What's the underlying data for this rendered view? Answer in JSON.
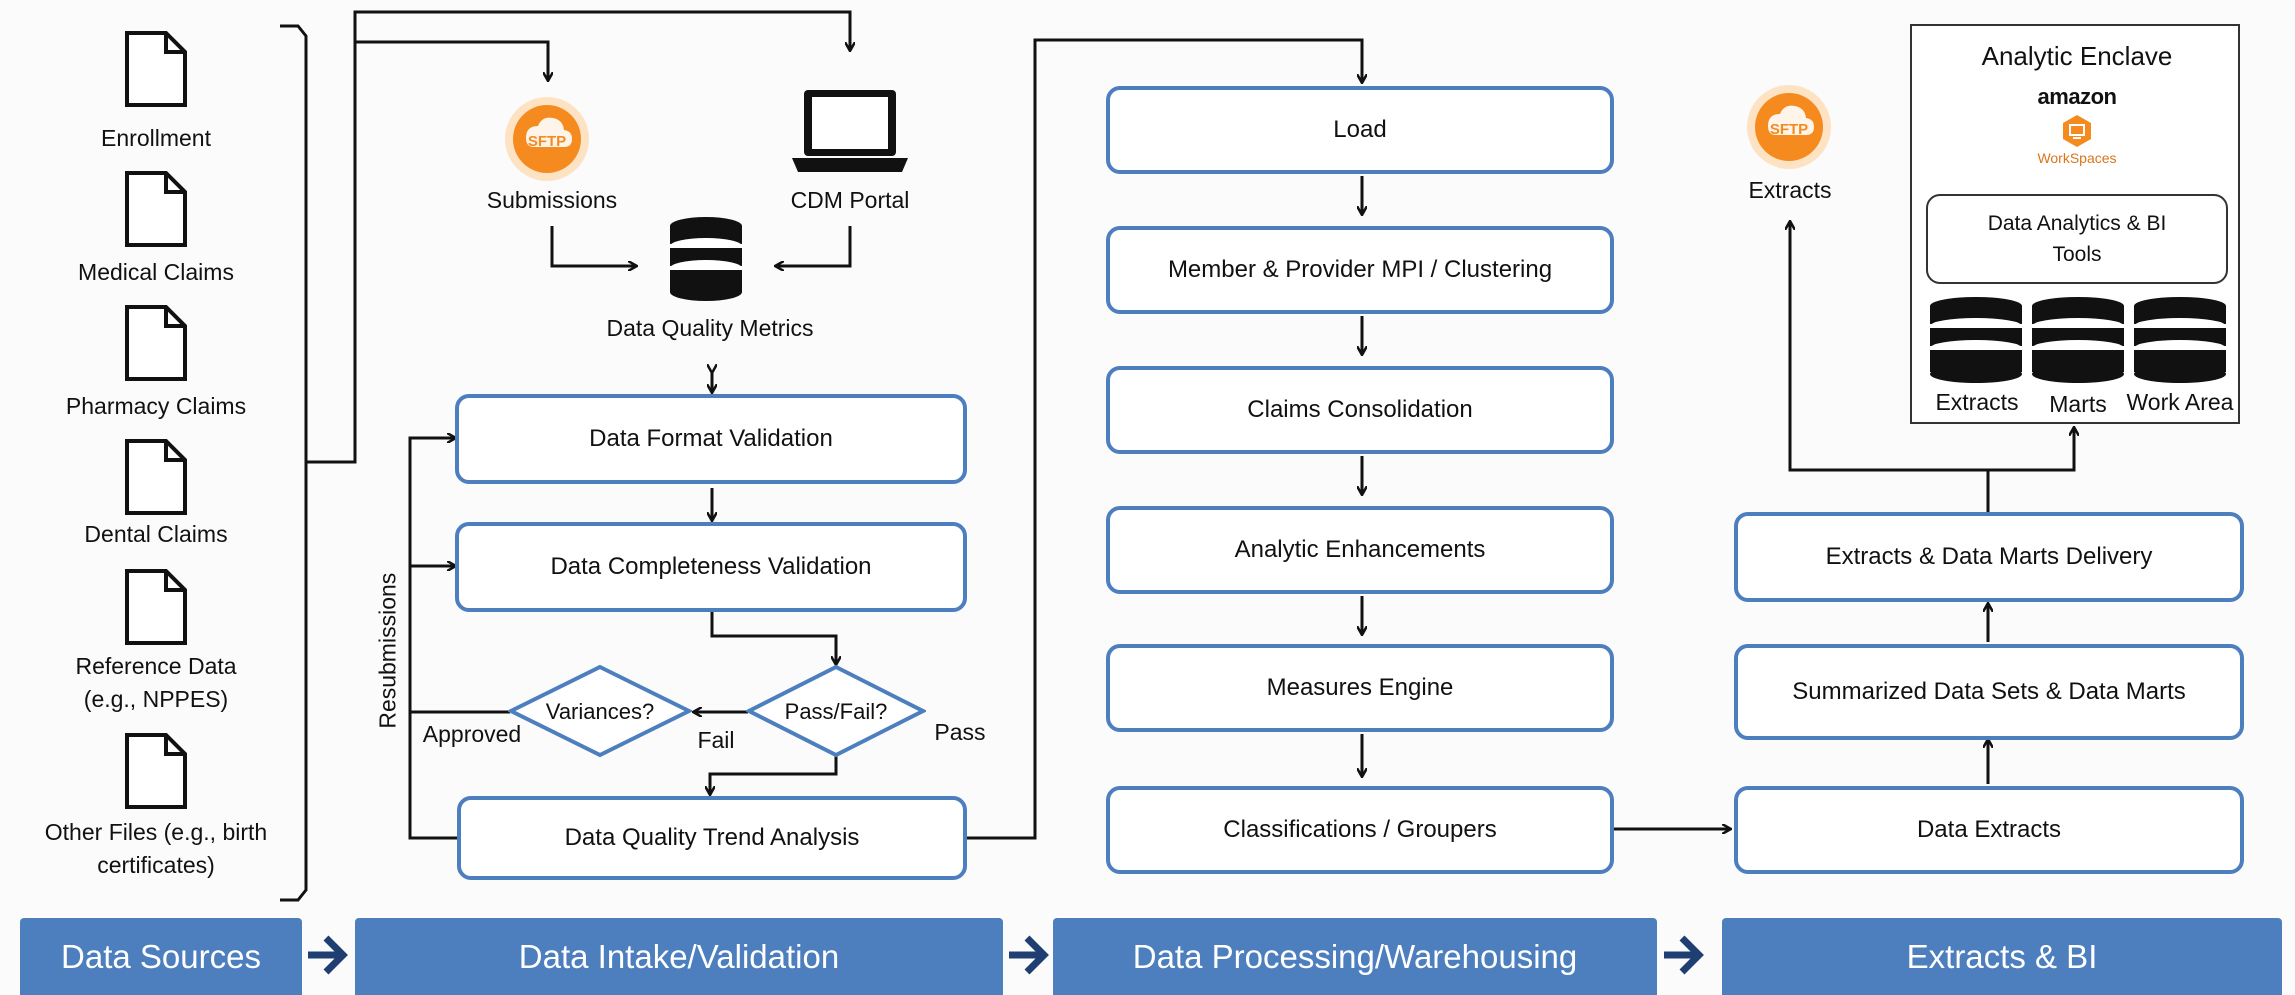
{
  "sources": {
    "items": [
      "Enrollment",
      "Medical Claims",
      "Pharmacy Claims",
      "Dental Claims",
      "Reference Data",
      "Other Files (e.g., birth"
    ],
    "sub": {
      "reference": "(e.g., NPPES)",
      "other": "certificates)"
    }
  },
  "intake": {
    "sftp_badge": "SFTP",
    "submissions": "Submissions",
    "portal": "CDM Portal",
    "dq_metrics": "Data Quality Metrics",
    "format_validation": "Data Format Validation",
    "completeness_validation": "Data Completeness Validation",
    "pass_fail": "Pass/Fail?",
    "variances": "Variances?",
    "fail": "Fail",
    "pass": "Pass",
    "approved": "Approved",
    "resubmissions": "Resubmissions",
    "trend_analysis": "Data Quality Trend Analysis"
  },
  "processing": {
    "steps": [
      "Load",
      "Member & Provider MPI / Clustering",
      "Claims Consolidation",
      "Analytic Enhancements",
      "Measures Engine",
      "Classifications / Groupers"
    ]
  },
  "extracts": {
    "sftp_badge": "SFTP",
    "extracts_label": "Extracts",
    "delivery": "Extracts & Data Marts Delivery",
    "summarized": "Summarized Data Sets & Data Marts",
    "data_extracts": "Data Extracts",
    "enclave": {
      "title": "Analytic Enclave",
      "amazon": "amazon",
      "workspaces": "WorkSpaces",
      "tools_line1": "Data Analytics & BI",
      "tools_line2": "Tools",
      "stores": [
        "Extracts",
        "Marts",
        "Work Area"
      ]
    }
  },
  "phases": [
    "Data Sources",
    "Data Intake/Validation",
    "Data Processing/Warehousing",
    "Extracts & BI"
  ],
  "colors": {
    "accent": "#4d7fbf",
    "sftp_orange": "#f58b1f",
    "line": "#111111"
  }
}
